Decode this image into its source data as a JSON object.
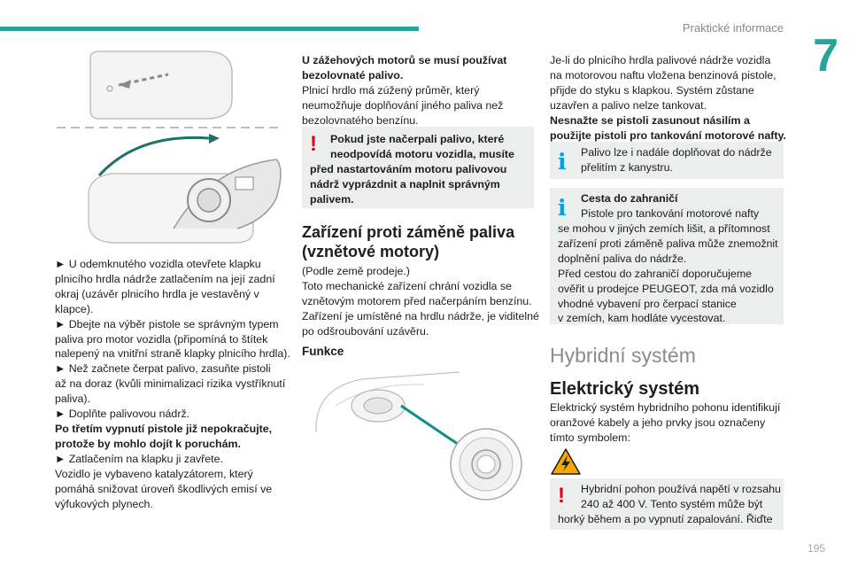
{
  "header": {
    "title": "Praktické informace",
    "chapter": "7",
    "page": "195"
  },
  "col1": {
    "lines": [
      "► U odemknutého vozidla otevřete klapku",
      "plnicího hrdla nádrže zatlačením na její zadní",
      "okraj (uzávěr plnicího hrdla je vestavěný v",
      "klapce).",
      "► Dbejte na výběr pistole se správným typem",
      "paliva pro motor vozidla (připomíná to štítek",
      "nalepený na vnitřní straně klapky plnicího hrdla).",
      "► Než začnete čerpat palivo, zasuňte pistoli",
      "až na doraz (kvůli minimalizaci rizika vystříknutí",
      "paliva).",
      "► Doplňte palivovou nádrž."
    ],
    "bold_lines": [
      "Po třetím vypnutí pistole již nepokračujte,",
      "protože by mohlo dojít k poruchám."
    ],
    "lines2": [
      "► Zatlačením na klapku ji zavřete.",
      "Vozidlo je vybaveno katalyzátorem, který",
      "pomáhá snižovat úroveň škodlivých emisí ve",
      "výfukových plynech."
    ]
  },
  "col2": {
    "bold_intro": [
      "U zážehových motorů se musí používat",
      "bezolovnaté palivo."
    ],
    "intro": [
      "Plnicí hrdlo má zúžený průměr, který",
      "neumožňuje doplňování jiného paliva než",
      "bezolovnatého benzínu."
    ],
    "warning": [
      "Pokud jste načerpali palivo, které",
      "neodpovídá motoru vozidla, musíte",
      "před nastartováním motoru palivovou",
      "nádrž vyprázdnit a naplnit správným",
      "palivem."
    ],
    "section_title": [
      "Zařízení proti záměně paliva",
      "(vznětové motory)"
    ],
    "section_text": [
      "(Podle země prodeje.)",
      "Toto mechanické zařízení chrání vozidla se",
      "vznětovým motorem před načerpáním benzínu.",
      "Zařízení je umístěné na hrdlu nádrže, je viditelné",
      "po odšroubování uzávěru."
    ],
    "subheading": "Funkce"
  },
  "col3": {
    "intro": [
      "Je-li do plnicího hrdla palivové nádrže vozidla",
      "na motorovou naftu vložena benzinová pistole,",
      "přijde do styku s klapkou. Systém zůstane",
      "uzavřen a palivo nelze tankovat."
    ],
    "bold": [
      "Nesnažte se pistoli zasunout násilím a",
      "použijte pistoli pro tankování motorové nafty."
    ],
    "info1": [
      "Palivo lze i nadále doplňovat do nádrže",
      "přelitím z kanystru."
    ],
    "info2_title": "Cesta do zahraničí",
    "info2": [
      "Pistole pro tankování motorové nafty",
      "se mohou v jiných zemích lišit, a přítomnost",
      "zařízení proti záměně paliva může znemožnit",
      "doplnění paliva do nádrže.",
      "Před cestou do zahraničí doporučujeme",
      "ověřit u prodejce PEUGEOT, zda má vozidlo",
      "vhodné vybavení pro čerpací stanice",
      "v zemích, kam hodláte vycestovat."
    ],
    "hybrid_title": "Hybridní systém",
    "elec_title": "Elektrický systém",
    "elec_text": [
      "Elektrický systém hybridního pohonu identifikují",
      "oranžové kabely a jeho prvky jsou označeny",
      "tímto symbolem:"
    ],
    "warning": [
      "Hybridní pohon používá napětí v rozsahu",
      "240 až 400 V. Tento systém může být",
      "horký během a po vypnutí zapalování. Řiďte"
    ]
  },
  "colors": {
    "accent": "#2aa39b",
    "warning": "#e2001a",
    "info": "#00a3e0",
    "box": "#eceded"
  }
}
